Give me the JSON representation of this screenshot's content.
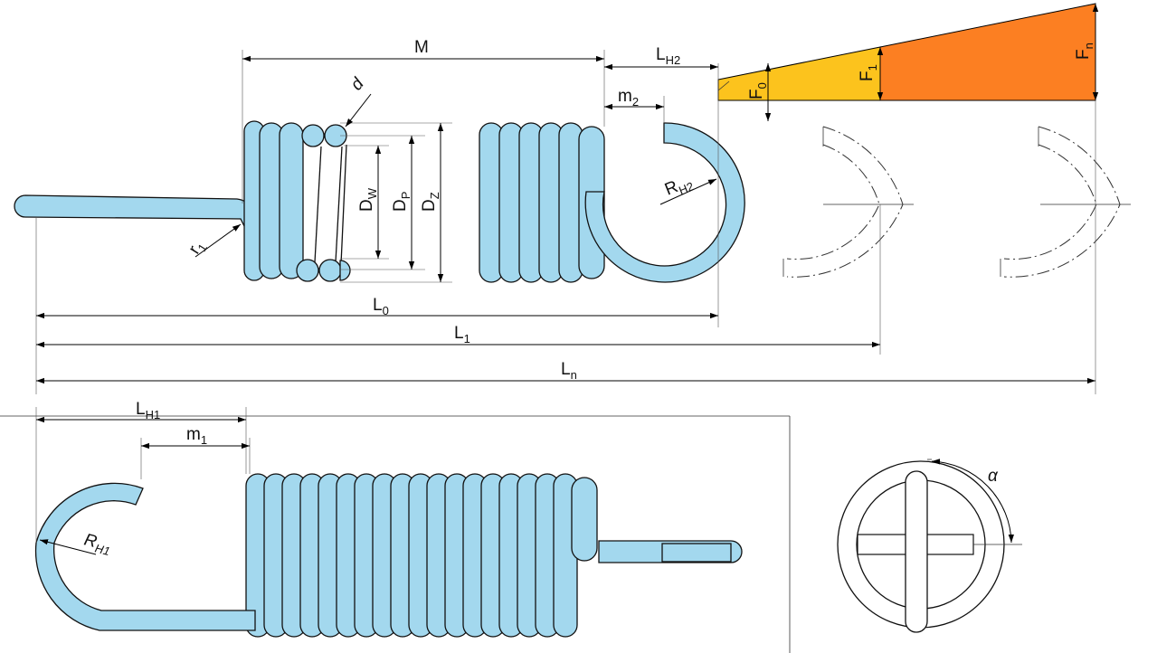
{
  "labels": {
    "M": "M",
    "LH2_main": "L",
    "LH2_sub": "H2",
    "m2_main": "m",
    "m2_sub": "2",
    "d": "d",
    "DW_main": "D",
    "DW_sub": "W",
    "DP_main": "D",
    "DP_sub": "P",
    "DZ_main": "D",
    "DZ_sub": "Z",
    "RH2_main": "R",
    "RH2_sub": "H2",
    "r1_main": "r",
    "r1_sub": "1",
    "L0_main": "L",
    "L0_sub": "0",
    "L1_main": "L",
    "L1_sub": "1",
    "Ln_main": "L",
    "Ln_sub": "n",
    "F0_main": "F",
    "F0_sub": "0",
    "F1_main": "F",
    "F1_sub": "1",
    "Fn_main": "F",
    "Fn_sub": "n",
    "LH1_main": "L",
    "LH1_sub": "H1",
    "m1_main": "m",
    "m1_sub": "1",
    "RH1_main": "R",
    "RH1_sub": "H1",
    "alpha": "α"
  },
  "colors": {
    "wire": "#a3d8ee",
    "force_initial": "#fcc31d",
    "force_max": "#fc7f22",
    "outline": "#111111"
  }
}
